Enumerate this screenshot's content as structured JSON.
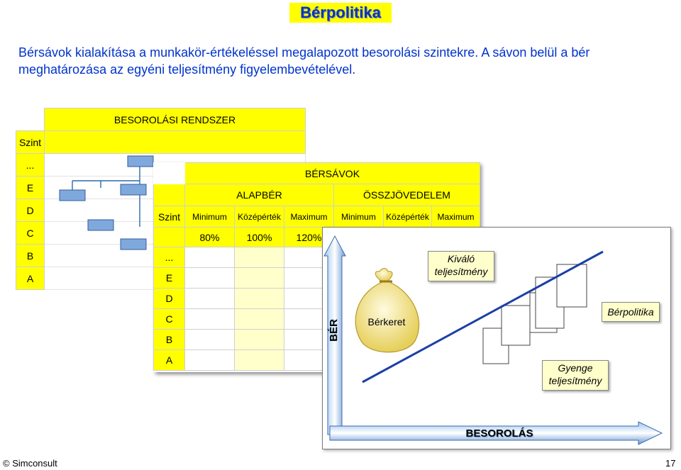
{
  "title": "Bérpolitika",
  "subtitle": "Bérsávok kialakítása a munkakör-értékeléssel megalapozott besorolási szintekre. A sávon belül a bér meghatározása az egyéni teljesítmény figyelembevételével.",
  "back_table": {
    "header": "BESOROLÁSI RENDSZER",
    "level_header": "Szint",
    "levels": [
      "...",
      "E",
      "D",
      "C",
      "B",
      "A"
    ]
  },
  "front_table": {
    "header": "BÉRSÁVOK",
    "group_base": "ALAPBÉR",
    "group_total": "ÖSSZJÖVEDELEM",
    "level_header": "Szint",
    "columns": [
      "Minimum",
      "Középérték",
      "Maximum",
      "Minimum",
      "Középérték",
      "Maximum"
    ],
    "percent_row": [
      "80%",
      "100%",
      "120%"
    ],
    "levels": [
      "...",
      "E",
      "D",
      "C",
      "B",
      "A"
    ]
  },
  "graph": {
    "y_axis_label": "BÉR",
    "x_axis_label": "BESOROLÁS",
    "bag_label": "Bérkeret",
    "excellent_label": "Kiváló\nteljesítmény",
    "poor_label": "Gyenge\nteljesítmény",
    "policy_label": "Bérpolitika"
  },
  "footer": {
    "copyright": "© Simconsult",
    "page_number": "17"
  },
  "colors": {
    "title": "#0033cc",
    "yellow": "#ffff00",
    "pale_yellow": "#ffffcc",
    "arrow_blue": "#2c6cc4",
    "line_blue": "#1a3fa6"
  }
}
